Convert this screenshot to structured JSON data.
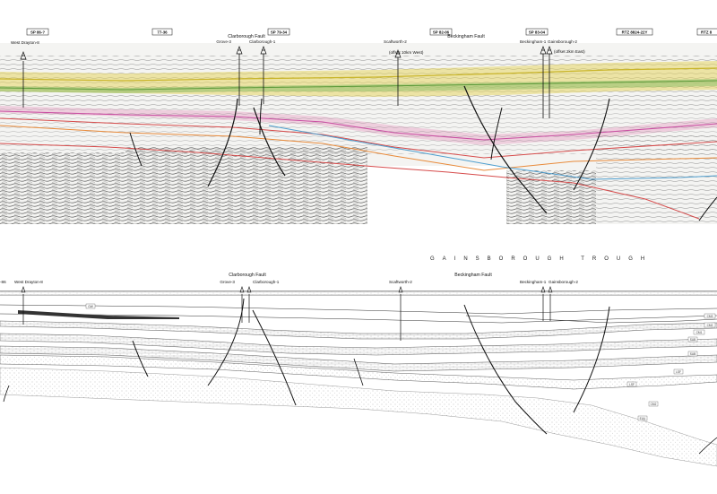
{
  "seismic_section": {
    "line_labels": [
      "SP 86-?",
      "77-36",
      "SP 79-34",
      "SP 82-06",
      "SP 83-04",
      "RTZ 8824-22Y",
      "RTZ 8"
    ],
    "wells": [
      "West Drayton-8",
      "Grove-3",
      "Clarborough-1",
      "Scaftworth-2",
      "Beckingham-1",
      "Gainsborough-2"
    ],
    "well_notes": [
      "(offset 10km West)",
      "(offset 2km East)"
    ],
    "faults": [
      "Clarborough Fault",
      "Beckingham Fault"
    ]
  },
  "trough_title": "GAINSBOROUGH TROUGH",
  "geological_section": {
    "wells": [
      "-86",
      "West Drayton-8",
      "Grove-3",
      "Clarborough-1",
      "Scaftworth-2",
      "Beckingham-1",
      "Gainsborough-2"
    ],
    "faults": [
      "Clarborough Fault",
      "Beckingham Fault"
    ],
    "unit_tags": [
      "GW",
      "CM3",
      "CM2",
      "CM1",
      "SUB",
      "SUB",
      "LSF",
      "LSF",
      "CM2",
      "EUU"
    ]
  },
  "colors": {
    "seismic_dark": "#333333",
    "horizon_yellow": "#d9c640",
    "horizon_green": "#7fae5a",
    "horizon_red": "#d64b4b",
    "horizon_magenta": "#c94fa2",
    "horizon_blue": "#4f9fcf",
    "horizon_orange": "#e88a3a"
  }
}
